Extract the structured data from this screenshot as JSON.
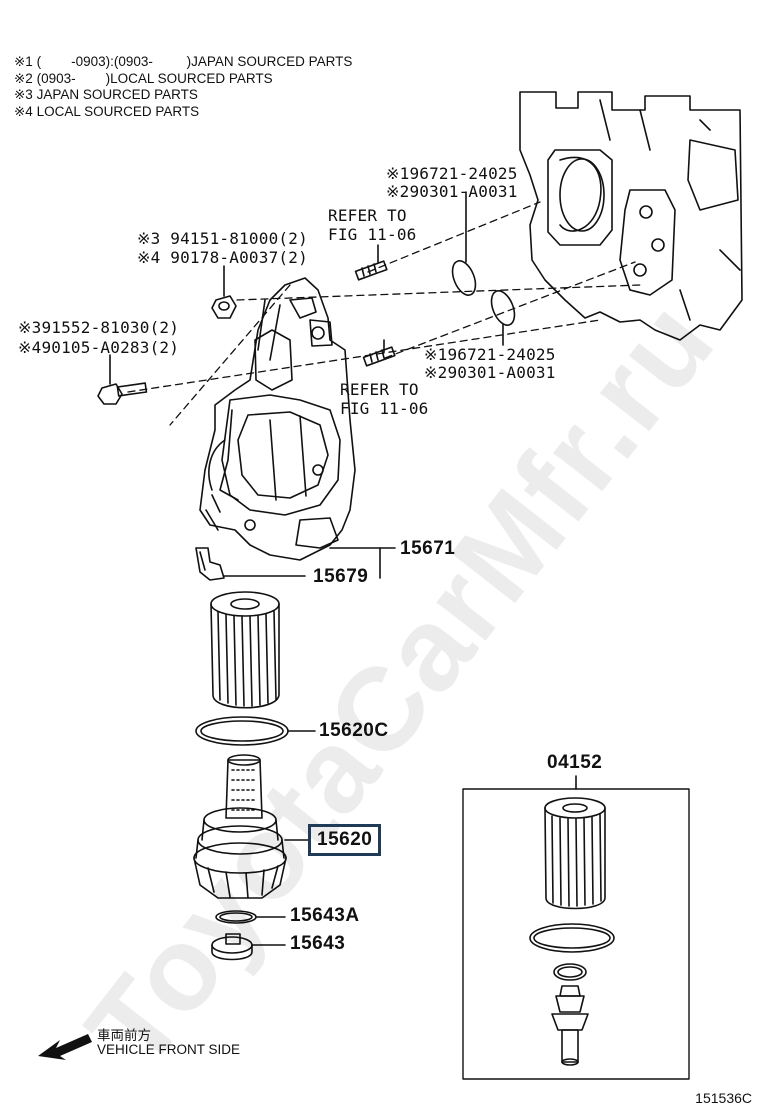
{
  "notes": [
    "※1 (        -0903):(0903-         )JAPAN SOURCED PARTS",
    "※2 (0903-        )LOCAL SOURCED PARTS",
    "※3 JAPAN SOURCED PARTS",
    "※4 LOCAL SOURCED PARTS"
  ],
  "labels": {
    "upper_gasket_1": "※196721-24025",
    "upper_gasket_2": "※290301-A0031",
    "refer_upper_1": "REFER TO",
    "refer_upper_2": "FIG 11-06",
    "stud_1": "※3 94151-81000(2)",
    "stud_2": "※4 90178-A0037(2)",
    "bolt_1": "※391552-81030(2)",
    "bolt_2": "※490105-A0283(2)",
    "lower_gasket_1": "※196721-24025",
    "lower_gasket_2": "※290301-A0031",
    "refer_lower_1": "REFER TO",
    "refer_lower_2": "FIG 11-06",
    "housing": "15671",
    "bracket": "15679",
    "oring_large": "15620C",
    "cap": "15620",
    "oring_small": "15643A",
    "plug": "15643",
    "kit": "04152"
  },
  "footer": {
    "jp": "車両前方",
    "en": "VEHICLE FRONT SIDE",
    "fig_no": "151536C"
  },
  "watermark": "ToyotaCarMfr.ru",
  "colors": {
    "ink": "#111111",
    "highlight_box": "#1f3b57"
  }
}
